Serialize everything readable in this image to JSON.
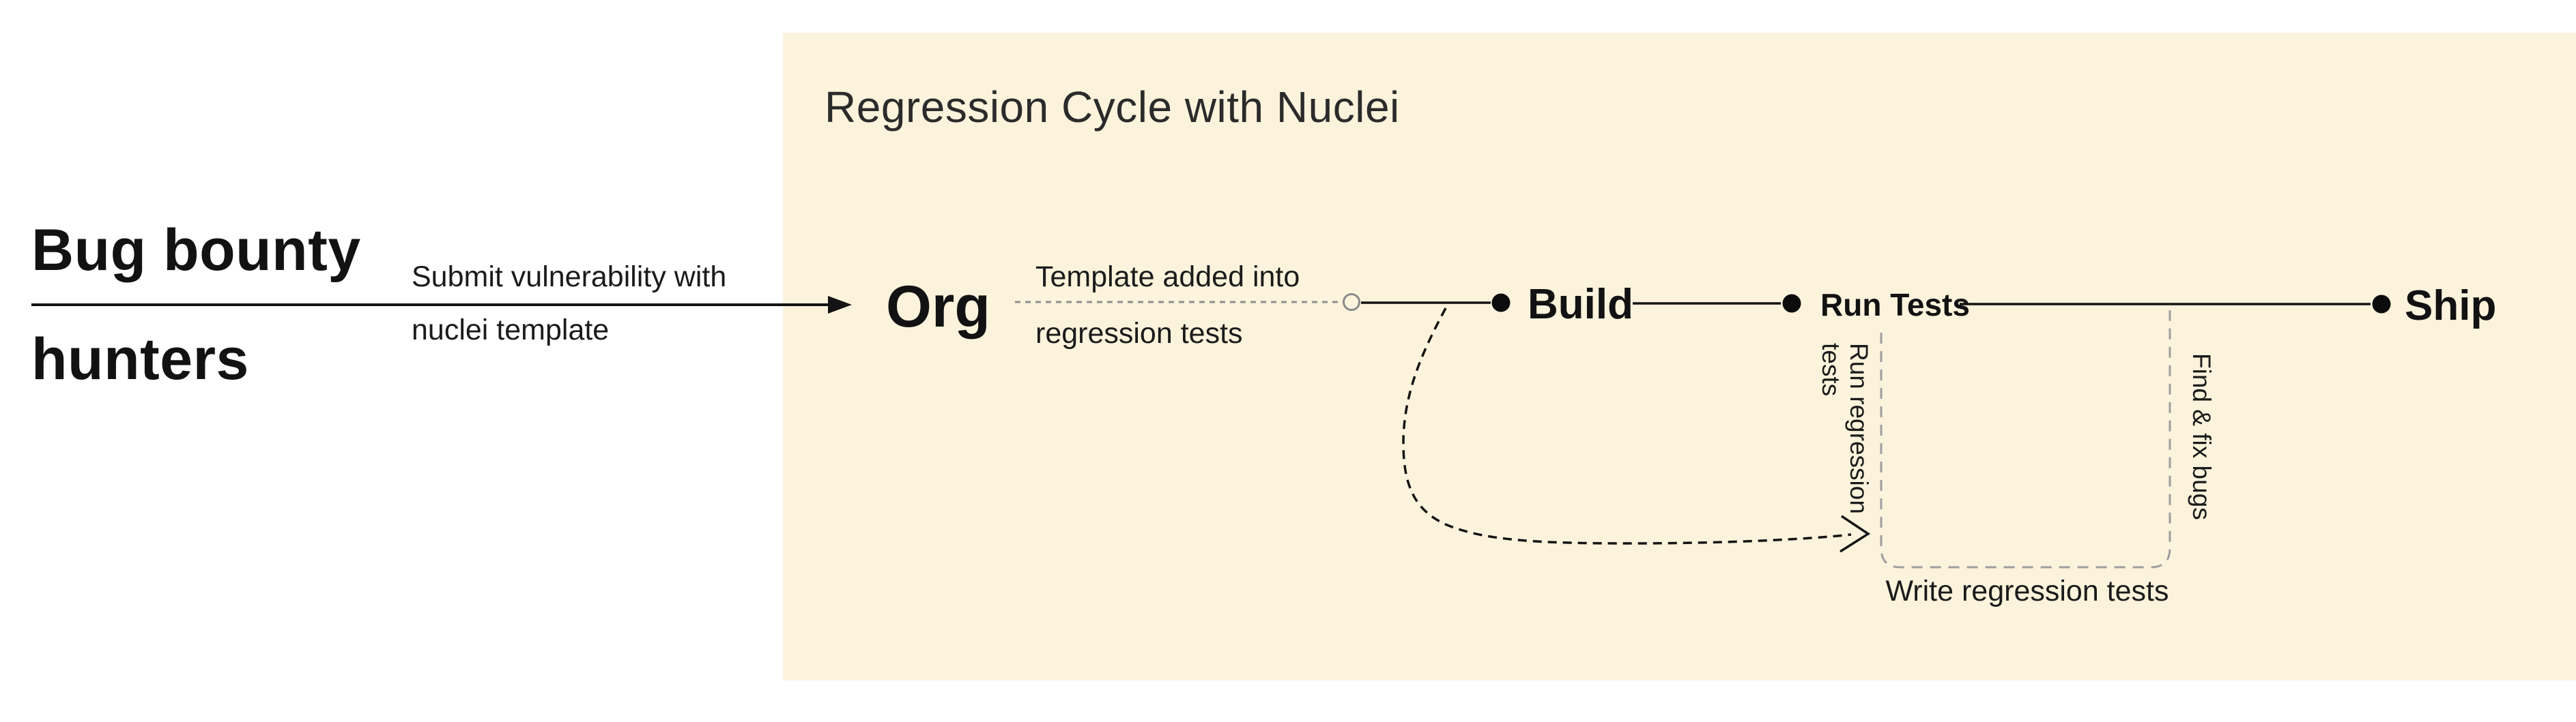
{
  "colors": {
    "background": "#ffffff",
    "panel_background": "#FBF3DC",
    "text": "#161616",
    "line_black": "#141414",
    "dash_gray": "#8e8e8e",
    "bracket_gray": "#9e9e9e"
  },
  "left_section": {
    "actor": {
      "line1": "Bug bounty",
      "line2": "hunters"
    },
    "arrow_label": {
      "line1": "Submit vulnerability with",
      "line2": "nuclei template"
    }
  },
  "panel": {
    "title": "Regression Cycle with Nuclei",
    "nodes": {
      "org": "Org",
      "build": "Build",
      "run_tests": "Run Tests",
      "ship": "Ship"
    },
    "edge_labels": {
      "template_added": {
        "line1": "Template added into",
        "line2": "regression tests"
      },
      "run_regression": "Run regression tests",
      "find_fix": "Find & fix bugs",
      "write_regression": "Write regression tests"
    }
  }
}
